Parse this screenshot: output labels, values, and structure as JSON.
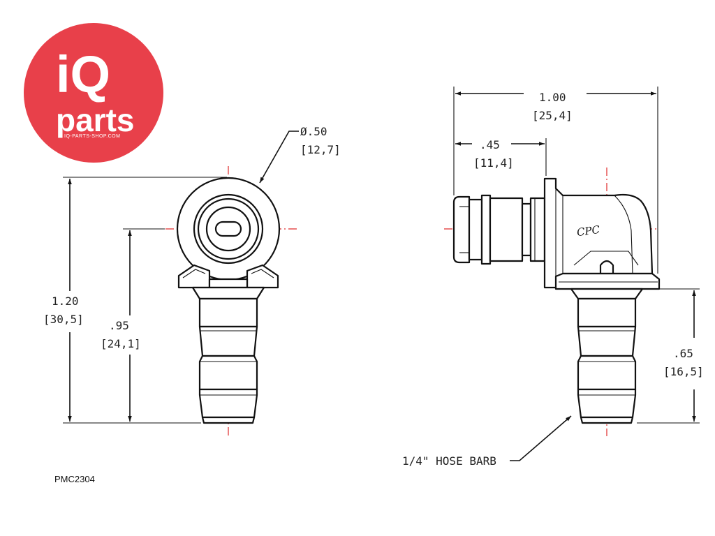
{
  "logo": {
    "line1": "iQ",
    "line2": "parts",
    "tagline": "IQ-PARTS-SHOP.COM",
    "color": "#e8404a"
  },
  "front_view": {
    "diameter_in": "Ø.50",
    "diameter_mm": "[12,7]",
    "height_in": "1.20",
    "height_mm": "[30,5]",
    "center_height_in": ".95",
    "center_height_mm": "[24,1]"
  },
  "side_view": {
    "length_in": "1.00",
    "length_mm": "[25,4]",
    "insert_in": ".45",
    "insert_mm": "[11,4]",
    "barb_height_in": ".65",
    "barb_height_mm": "[16,5]",
    "barb_label": "1/4\" HOSE BARB",
    "mark": "CPC"
  },
  "part_code": "PMC2304",
  "colors": {
    "centerline": "#e02a2a",
    "ink": "#111111"
  }
}
